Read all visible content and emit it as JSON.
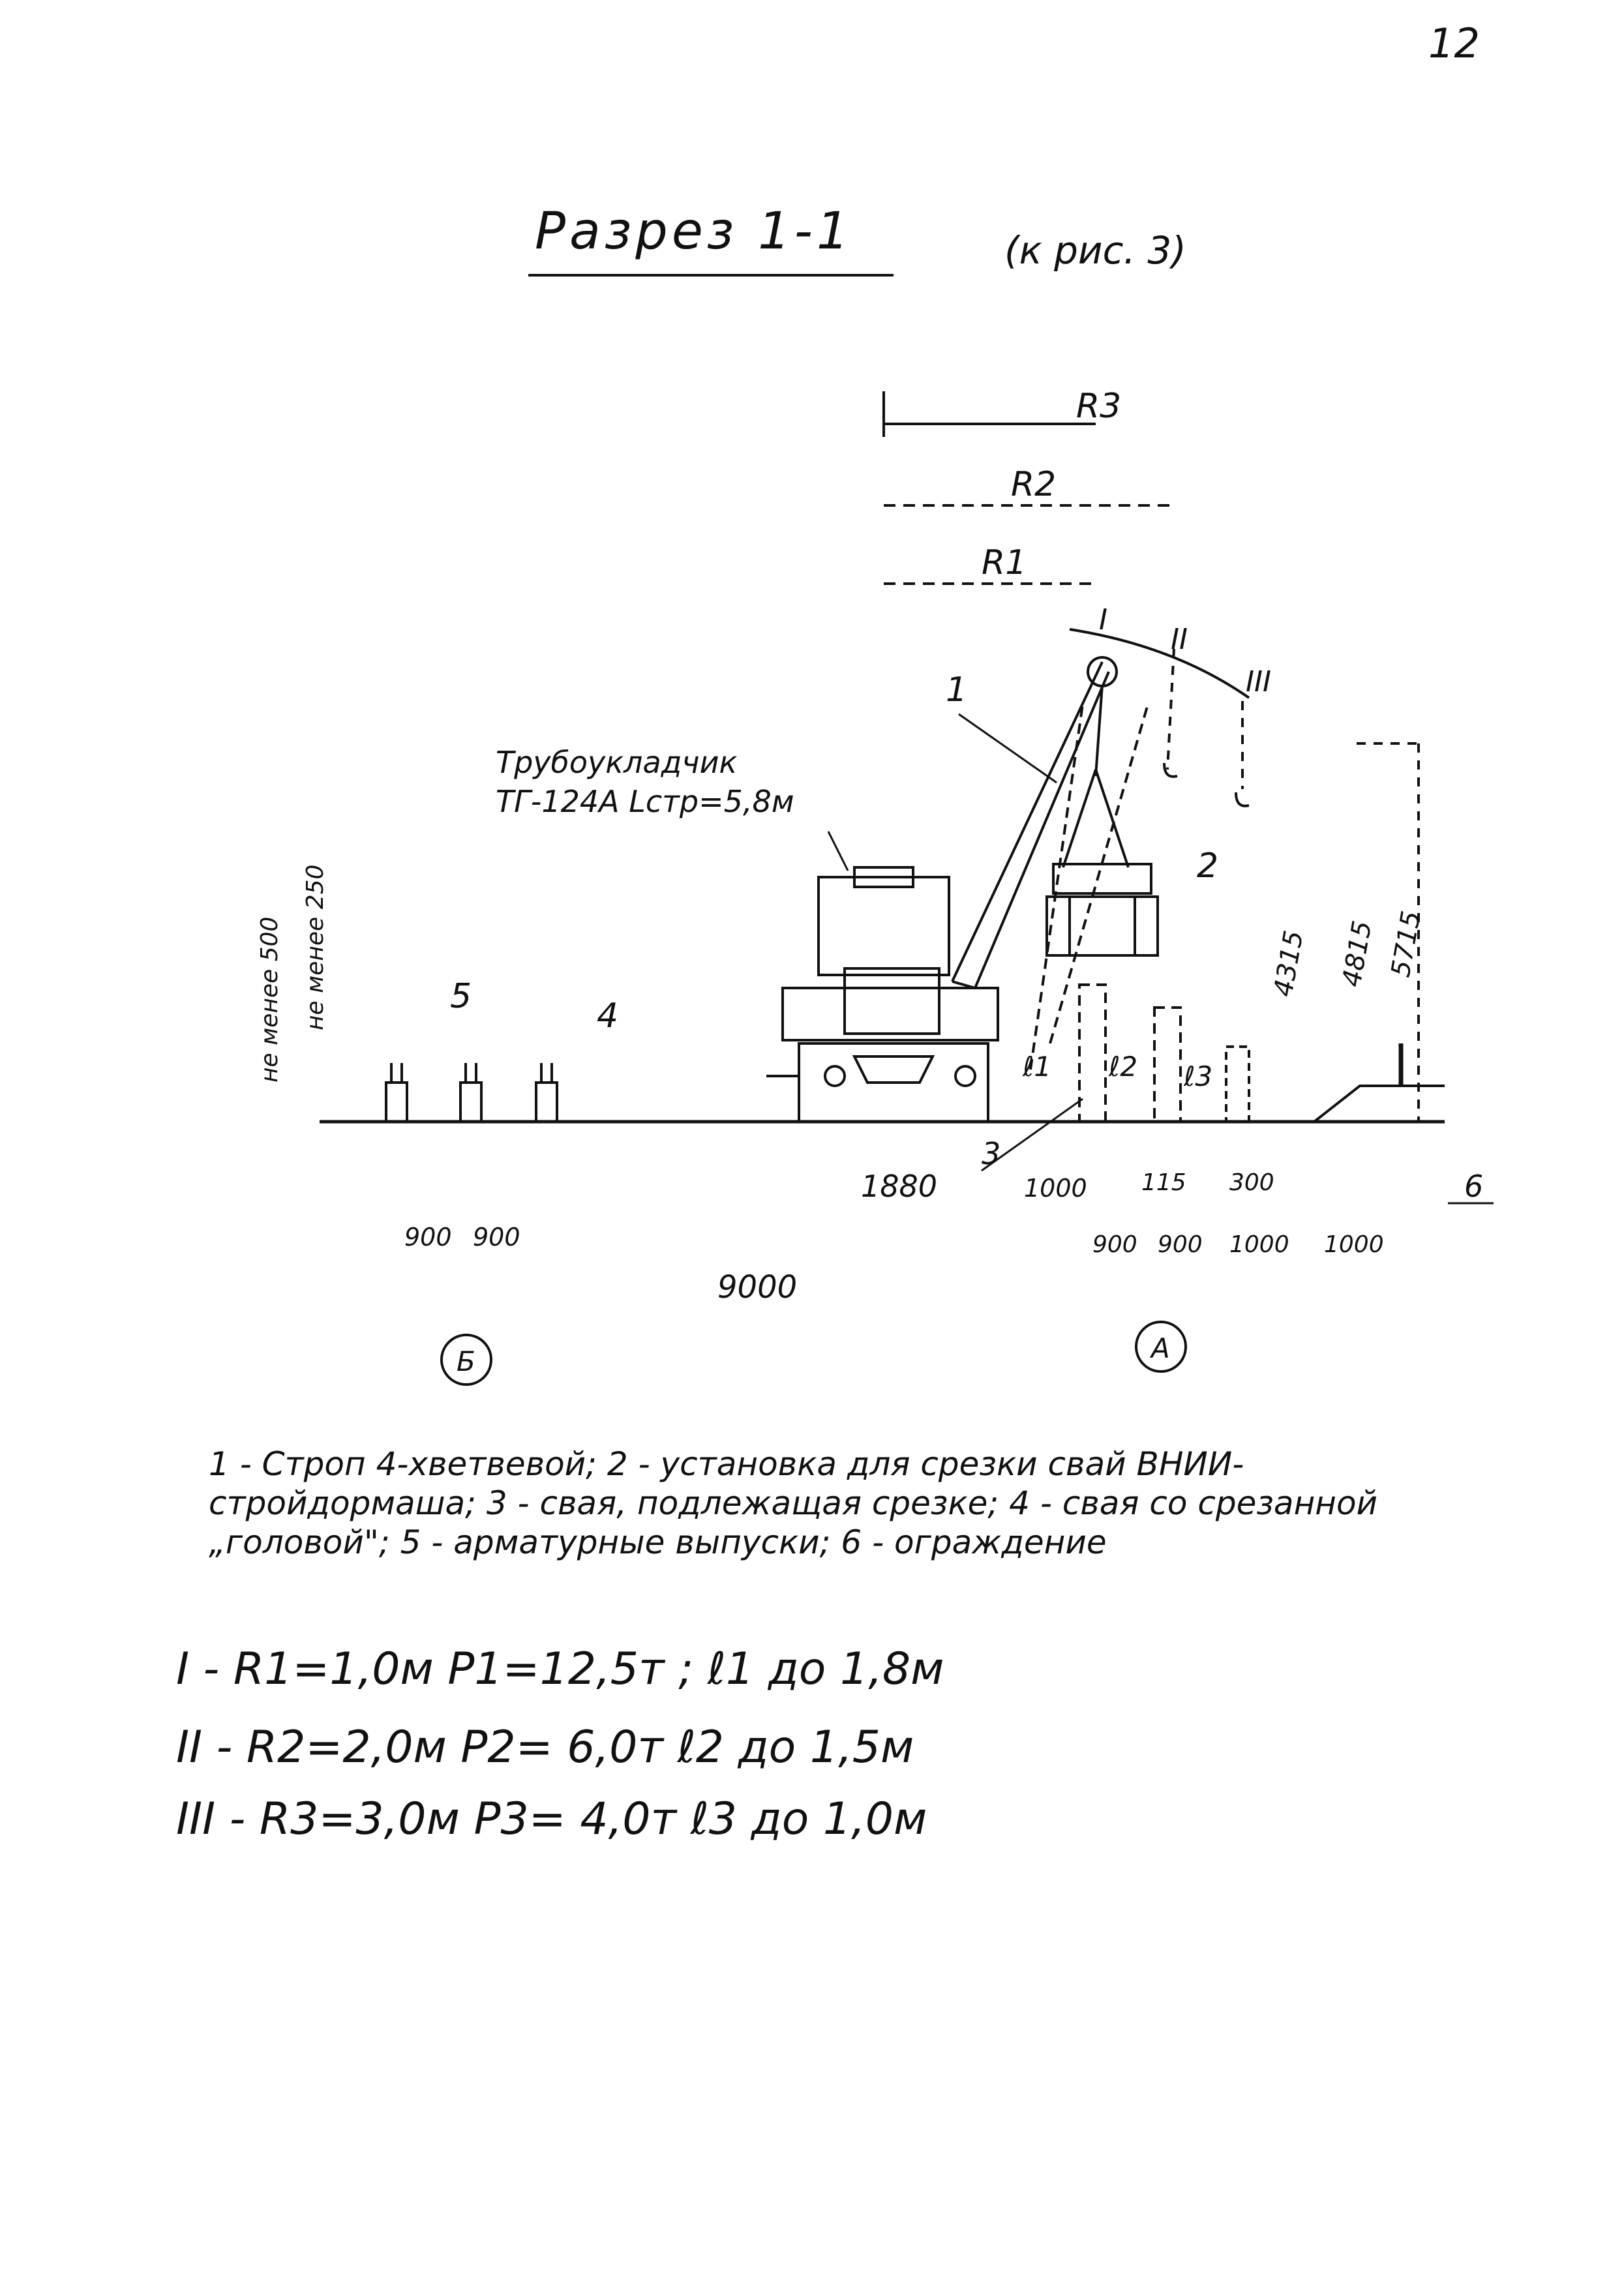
{
  "page_number": "12",
  "title": "Разрез 1-1",
  "title_ref": "(к рис. 3)",
  "labels": {
    "R3": "R3",
    "R2": "R2",
    "R1": "R1",
    "pos_I": "I",
    "pos_II": "II",
    "pos_III": "III",
    "callout_1": "1",
    "callout_2": "2",
    "callout_3": "3",
    "callout_4": "4",
    "callout_5": "5",
    "callout_6": "6",
    "pipelayer_name": "Трубоукладчик",
    "pipelayer_spec": "ТГ-124А Lстр=5,8м",
    "min_500": "не менее 500",
    "min_250": "не менее 250",
    "h_4315": "4315",
    "h_4815": "4815",
    "h_5715": "5715",
    "l1": "ℓ1",
    "l2": "ℓ2",
    "l3": "ℓ3"
  },
  "dimensions": {
    "d_1880": "1880",
    "d_1000": "1000",
    "d_115": "115",
    "d_300": "300",
    "d_900a": "900",
    "d_900b": "900",
    "d_900c": "900",
    "d_900d": "900",
    "d_1000a": "1000",
    "d_1000b": "1000",
    "d_9000": "9000"
  },
  "axes": {
    "B": "Б",
    "A": "А"
  },
  "legend": "1 - Строп 4-хветвевой; 2 - установка для срезки свай ВНИИ-стройдормаша; 3 - свая, подлежащая срезке; 4 - свая со срезанной „головой\"; 5 - арматурные выпуски; 6 - ограждение",
  "cases": [
    "I - R1=1,0м P1=12,5т ; ℓ1 до 1,8м",
    "II - R2=2,0м P2= 6,0т ℓ2 до 1,5м",
    "III - R3=3,0м P3= 4,0т ℓ3 до 1,0м"
  ]
}
